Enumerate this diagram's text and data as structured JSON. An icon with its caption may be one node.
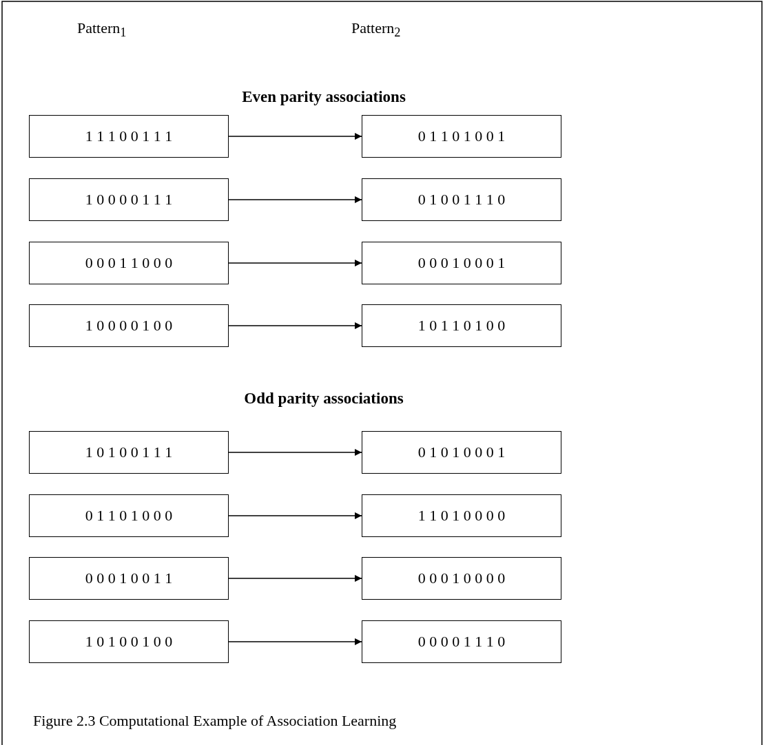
{
  "diagram": {
    "caption": "Figure 2.3 Computational Example of Association Learning",
    "nodes": [
      {
        "text": [
          "1 1 1 0 0 1 1 1"
        ]
      },
      {
        "text": [
          "0 1 1 0 1 0 0 1"
        ]
      },
      {
        "text": [
          "1 0 0 0 0 1 1 1"
        ]
      },
      {
        "text": [
          "0 1 0 0 1 1 1 0"
        ]
      },
      {
        "text": [
          "0 0 0 1 1 0 0 0"
        ]
      },
      {
        "text": [
          "0 0 0 1 0 0 0 1"
        ]
      },
      {
        "text": [
          "1 0 0 0 0 1 0 0"
        ]
      },
      {
        "text": [
          "1 0 1 1 0 1 0 0"
        ]
      },
      {
        "text": [
          "1 0 1 0 0 1 1 1"
        ]
      },
      {
        "text": [
          "0 1 0 1 0 0 0 1"
        ]
      },
      {
        "text": [
          "0 1 1 0 1 0 0 0"
        ]
      },
      {
        "text": [
          "1 1 0 1 0 0 0 0"
        ]
      },
      {
        "text": [
          "0 0 0 1 0 0 1 1"
        ]
      },
      {
        "text": [
          "0 0 0 1 0 0 0 0"
        ]
      },
      {
        "text": [
          "1 0 1 0 0 1 0 0"
        ]
      },
      {
        "text": [
          "0 0 0 0 1 1 1 0"
        ]
      }
    ],
    "edges": [
      {
        "from": 0,
        "to": 1,
        "arrow": "to"
      },
      {
        "from": 2,
        "to": 3,
        "arrow": "to"
      },
      {
        "from": 4,
        "to": 5,
        "arrow": "to"
      },
      {
        "from": 6,
        "to": 7,
        "arrow": "to"
      },
      {
        "from": 8,
        "to": 9,
        "arrow": "to"
      },
      {
        "from": 10,
        "to": 11,
        "arrow": "to"
      },
      {
        "from": 12,
        "to": 13,
        "arrow": "to"
      },
      {
        "from": 14,
        "to": 15,
        "arrow": "to"
      }
    ],
    "labels": [
      "Pattern$_{1}$",
      "Pattern$_{2}$",
      "Even parity associations",
      "Odd parity associations"
    ]
  }
}
